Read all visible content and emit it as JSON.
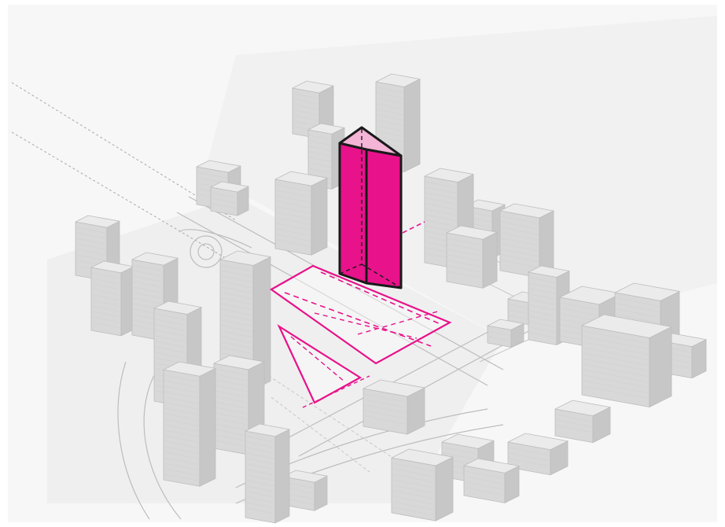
{
  "colors": {
    "page": "#ffffff",
    "ground": "#f3f3f3",
    "road_line": "#b8b8b8",
    "building_top": "#ebebeb",
    "building_left": "#d8d8d8",
    "building_right": "#c7c7c7",
    "building_edge": "#bdbdbd",
    "accent": "#e8128a",
    "accent_light": "#f4b4d6",
    "outline": "#1a1a1a"
  },
  "icons": {
    "proposed_tower": "triangular-prism",
    "site_plot": "dashed-parcel-outline",
    "triangle_plot": "triangular-parcel-outline"
  }
}
